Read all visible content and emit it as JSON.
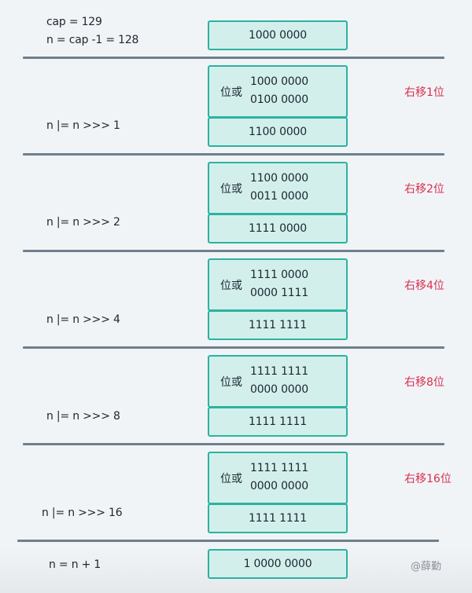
{
  "header": {
    "line1": "cap = 129",
    "line2": "n = cap -1 = 128",
    "value": "1000 0000"
  },
  "steps": [
    {
      "expr": "n |= n >>> 1",
      "op": "位或",
      "a": "1000 0000",
      "b": "0100 0000",
      "result": "1100 0000",
      "shift": "右移1位"
    },
    {
      "expr": "n |= n >>> 2",
      "op": "位或",
      "a": "1100 0000",
      "b": "0011 0000",
      "result": "1111 0000",
      "shift": "右移2位"
    },
    {
      "expr": "n |= n >>> 4",
      "op": "位或",
      "a": "1111 0000",
      "b": "0000 1111",
      "result": "1111 1111",
      "shift": "右移4位"
    },
    {
      "expr": "n |= n >>> 8",
      "op": "位或",
      "a": "1111 1111",
      "b": "0000 0000",
      "result": "1111 1111",
      "shift": "右移8位"
    },
    {
      "expr": "n |= n >>> 16",
      "op": "位或",
      "a": "1111 1111",
      "b": "0000 0000",
      "result": "1111 1111",
      "shift": "右移16位"
    }
  ],
  "footer": {
    "expr": "n = n + 1",
    "value": "1 0000 0000",
    "signature": "@薛勤"
  },
  "colors": {
    "box_fill": "#d3efec",
    "box_border": "#2bb3a0",
    "shift_label": "#d6304f",
    "divider": "#6f7f8c",
    "background": "#f1f4f7"
  }
}
